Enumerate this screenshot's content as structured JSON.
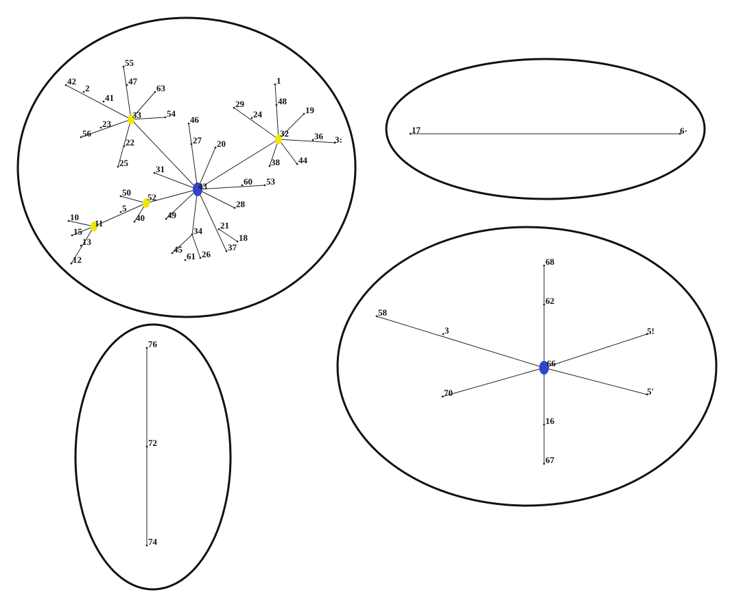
{
  "colors": {
    "background": "#ffffff",
    "outline": "#111111",
    "edge": "#222222",
    "hub_blue": "#3344cc",
    "hub_yellow": "#f2e600",
    "label": "#111111"
  },
  "clusters": [
    {
      "id": "cluster-a",
      "nodes": [
        {
          "id": "43",
          "label": "43",
          "hub": "blue"
        },
        {
          "id": "33",
          "label": "33",
          "hub": "yellow"
        },
        {
          "id": "32",
          "label": "32",
          "hub": "yellow"
        },
        {
          "id": "52",
          "label": "52",
          "hub": "yellow"
        },
        {
          "id": "11",
          "label": "11",
          "hub": "yellow"
        },
        {
          "id": "55",
          "label": "55"
        },
        {
          "id": "47",
          "label": "47"
        },
        {
          "id": "42",
          "label": "42"
        },
        {
          "id": "2",
          "label": "2"
        },
        {
          "id": "41",
          "label": "41"
        },
        {
          "id": "63",
          "label": "63"
        },
        {
          "id": "54",
          "label": "54"
        },
        {
          "id": "23",
          "label": "23"
        },
        {
          "id": "56",
          "label": "56"
        },
        {
          "id": "22",
          "label": "22"
        },
        {
          "id": "25",
          "label": "25"
        },
        {
          "id": "46",
          "label": "46"
        },
        {
          "id": "27",
          "label": "27"
        },
        {
          "id": "20",
          "label": "20"
        },
        {
          "id": "31",
          "label": "31"
        },
        {
          "id": "60",
          "label": "60"
        },
        {
          "id": "53",
          "label": "53"
        },
        {
          "id": "28",
          "label": "28"
        },
        {
          "id": "21",
          "label": "21"
        },
        {
          "id": "18",
          "label": "18"
        },
        {
          "id": "37",
          "label": "37"
        },
        {
          "id": "34",
          "label": "34"
        },
        {
          "id": "45",
          "label": "45"
        },
        {
          "id": "61",
          "label": "61"
        },
        {
          "id": "26",
          "label": "26"
        },
        {
          "id": "49",
          "label": "49"
        },
        {
          "id": "50",
          "label": "50"
        },
        {
          "id": "5",
          "label": "5"
        },
        {
          "id": "40",
          "label": "40"
        },
        {
          "id": "10",
          "label": "10"
        },
        {
          "id": "15",
          "label": "15"
        },
        {
          "id": "13",
          "label": "13"
        },
        {
          "id": "12",
          "label": "12"
        },
        {
          "id": "1",
          "label": "1"
        },
        {
          "id": "48",
          "label": "48"
        },
        {
          "id": "19",
          "label": "19"
        },
        {
          "id": "29",
          "label": "29"
        },
        {
          "id": "24",
          "label": "24"
        },
        {
          "id": "36",
          "label": "36"
        },
        {
          "id": "39",
          "label": "3:"
        },
        {
          "id": "38",
          "label": "38"
        },
        {
          "id": "44",
          "label": "44"
        }
      ],
      "edges": [
        [
          "43",
          "33"
        ],
        [
          "43",
          "32"
        ],
        [
          "43",
          "52"
        ],
        [
          "43",
          "46"
        ],
        [
          "43",
          "20"
        ],
        [
          "43",
          "31"
        ],
        [
          "43",
          "53"
        ],
        [
          "43",
          "28"
        ],
        [
          "43",
          "37"
        ],
        [
          "43",
          "34"
        ],
        [
          "43",
          "49"
        ],
        [
          "33",
          "55"
        ],
        [
          "33",
          "42"
        ],
        [
          "33",
          "63"
        ],
        [
          "33",
          "54"
        ],
        [
          "33",
          "56"
        ],
        [
          "33",
          "25"
        ],
        [
          "52",
          "50"
        ],
        [
          "52",
          "11"
        ],
        [
          "52",
          "40"
        ],
        [
          "11",
          "10"
        ],
        [
          "11",
          "15"
        ],
        [
          "11",
          "12"
        ],
        [
          "32",
          "1"
        ],
        [
          "32",
          "19"
        ],
        [
          "32",
          "29"
        ],
        [
          "32",
          "39"
        ],
        [
          "32",
          "38"
        ],
        [
          "32",
          "44"
        ],
        [
          "34",
          "45"
        ],
        [
          "34",
          "26"
        ],
        [
          "21",
          "18"
        ]
      ]
    },
    {
      "id": "cluster-b",
      "nodes": [
        {
          "id": "17",
          "label": "17"
        },
        {
          "id": "64",
          "label": "6·"
        }
      ],
      "edges": [
        [
          "17",
          "64"
        ]
      ]
    },
    {
      "id": "cluster-c",
      "nodes": [
        {
          "id": "66",
          "label": "66",
          "hub": "blue"
        },
        {
          "id": "68",
          "label": "68"
        },
        {
          "id": "62",
          "label": "62"
        },
        {
          "id": "58",
          "label": "58"
        },
        {
          "id": "3",
          "label": "3"
        },
        {
          "id": "59",
          "label": "5!"
        },
        {
          "id": "70",
          "label": "70"
        },
        {
          "id": "57",
          "label": "5'"
        },
        {
          "id": "16",
          "label": "16"
        },
        {
          "id": "67",
          "label": "67"
        }
      ],
      "edges": [
        [
          "66",
          "68"
        ],
        [
          "66",
          "58"
        ],
        [
          "66",
          "59"
        ],
        [
          "66",
          "70"
        ],
        [
          "66",
          "57"
        ],
        [
          "66",
          "67"
        ]
      ]
    },
    {
      "id": "cluster-d",
      "nodes": [
        {
          "id": "76",
          "label": "76"
        },
        {
          "id": "72",
          "label": "72"
        },
        {
          "id": "74",
          "label": "74"
        }
      ],
      "edges": [
        [
          "76",
          "74"
        ]
      ]
    }
  ]
}
